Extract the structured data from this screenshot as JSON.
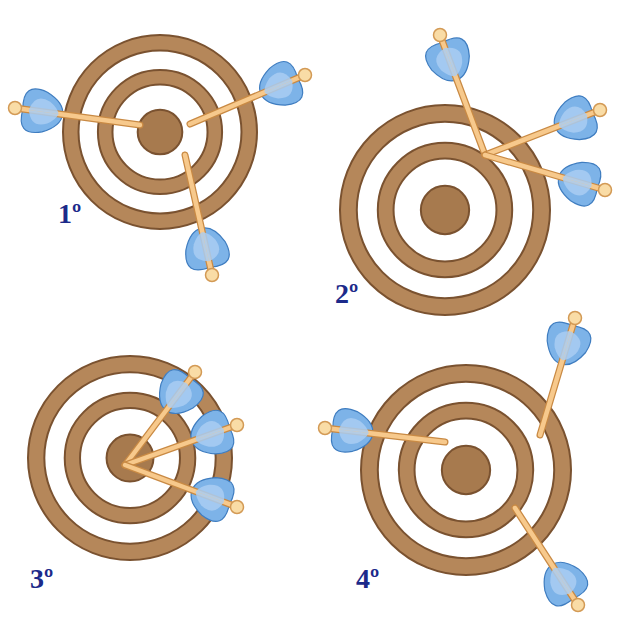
{
  "diagram": {
    "labels": [
      "1º",
      "2º",
      "3º",
      "4º"
    ]
  }
}
